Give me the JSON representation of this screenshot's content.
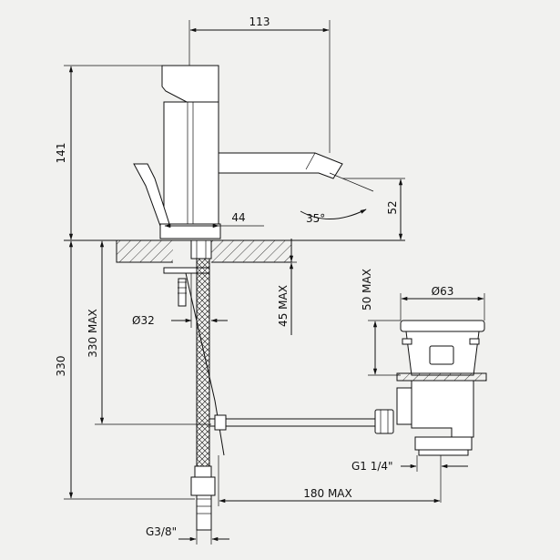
{
  "dimensions": {
    "top_width": "113",
    "height_total": "141",
    "spout_height": "52",
    "angle": "35°",
    "spout_offset": "44",
    "below_counter": "330",
    "hose_max": "330 MAX",
    "body_dia": "Ø32",
    "counter_max": "45 MAX",
    "waste_height_max": "50 MAX",
    "waste_dia": "Ø63",
    "waste_thread": "G1 1/4\"",
    "waste_reach_max": "180 MAX",
    "inlet_thread": "G3/8\""
  },
  "colors": {
    "background": "#f1f1ef",
    "line": "#111111"
  }
}
